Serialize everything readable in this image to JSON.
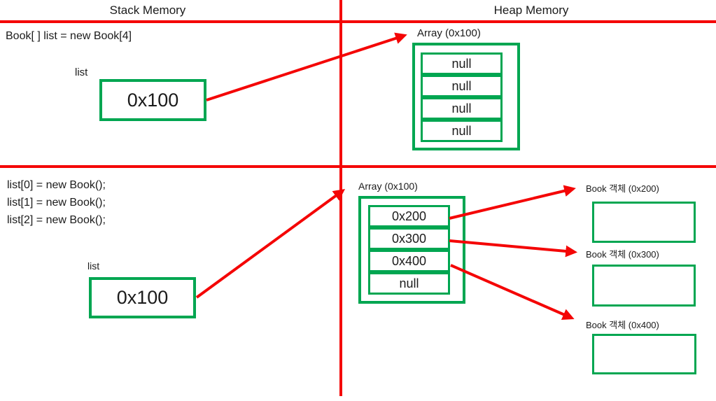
{
  "colors": {
    "divider_red": "#f40505",
    "box_green": "#00a651",
    "text": "#1b1b1b"
  },
  "header": {
    "stack_title": "Stack Memory",
    "heap_title": "Heap Memory"
  },
  "phase1": {
    "code": "Book[ ] list = new Book[4]",
    "var_label": "list",
    "var_value": "0x100",
    "array_label": "Array (0x100)",
    "cells": [
      "null",
      "null",
      "null",
      "null"
    ]
  },
  "phase2": {
    "code_lines": [
      "list[0] = new Book();",
      "list[1] = new Book();",
      "list[2] = new Book();"
    ],
    "var_label": "list",
    "var_value": "0x100",
    "array_label": "Array (0x100)",
    "cells": [
      "0x200",
      "0x300",
      "0x400",
      "null"
    ],
    "objects": [
      {
        "label": "Book 객체 (0x200)"
      },
      {
        "label": "Book 객체 (0x300)"
      },
      {
        "label": "Book 객체 (0x400)"
      }
    ]
  }
}
